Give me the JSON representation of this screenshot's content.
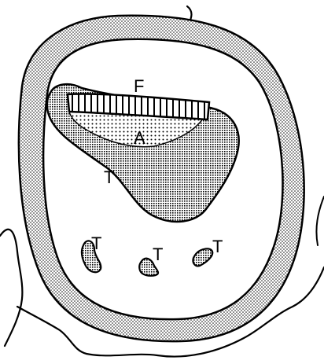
{
  "labels": {
    "top_band": "F",
    "inner_layer": "A",
    "large_mass": "T",
    "small_left": "T",
    "small_middle": "T",
    "small_right": "T"
  },
  "colors": {
    "ink": "#000000",
    "paper": "#ffffff",
    "ring_stipple": "#000000",
    "mass_crosshatch": "#000000"
  }
}
